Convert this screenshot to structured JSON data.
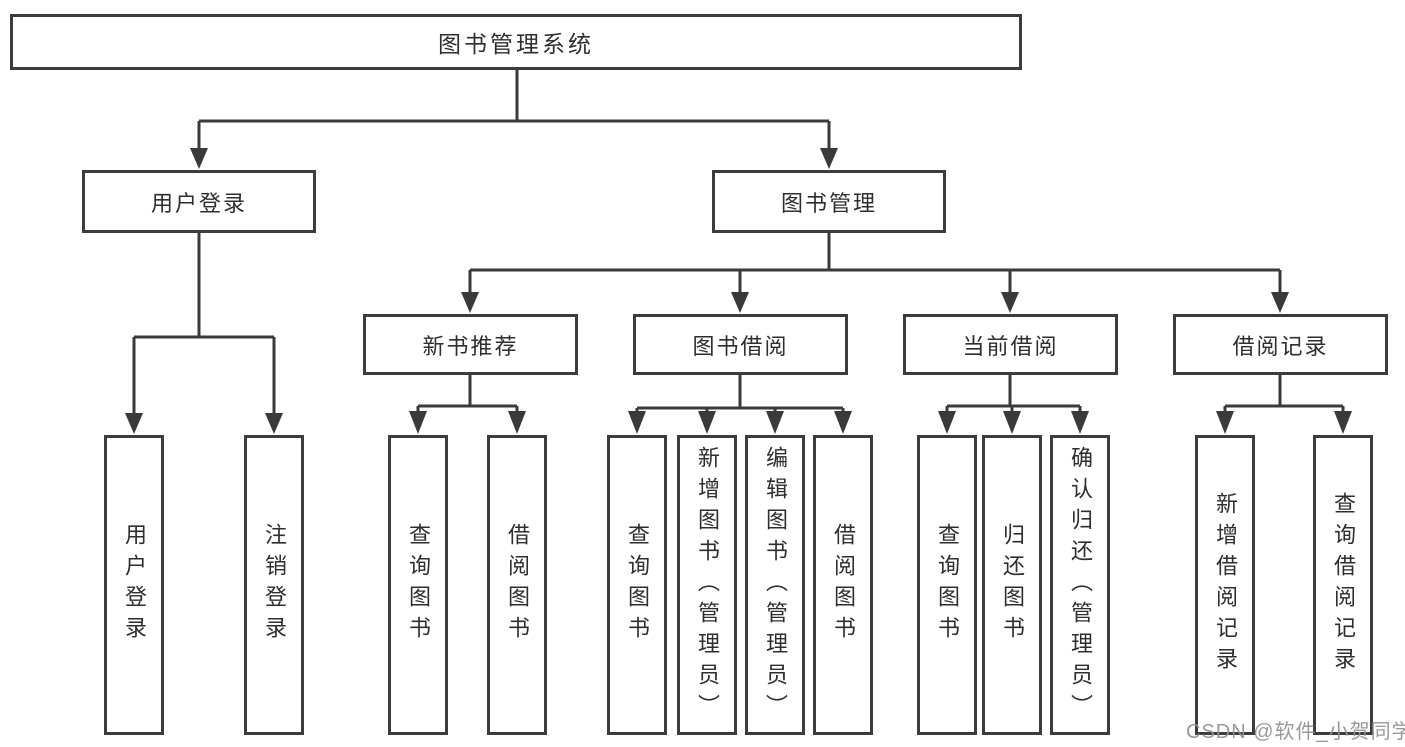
{
  "diagram": {
    "type": "hierarchy-tree",
    "tree": {
      "label": "图书管理系统",
      "children": [
        {
          "label": "用户登录",
          "children": [
            {
              "label": "用户登录"
            },
            {
              "label": "注销登录"
            }
          ]
        },
        {
          "label": "图书管理",
          "children": [
            {
              "label": "新书推荐",
              "children": [
                {
                  "label": "查询图书"
                },
                {
                  "label": "借阅图书"
                }
              ]
            },
            {
              "label": "图书借阅",
              "children": [
                {
                  "label": "查询图书"
                },
                {
                  "label": "新增图书（管理员）"
                },
                {
                  "label": "编辑图书（管理员）"
                },
                {
                  "label": "借阅图书"
                }
              ]
            },
            {
              "label": "当前借阅",
              "children": [
                {
                  "label": "查询图书"
                },
                {
                  "label": "归还图书"
                },
                {
                  "label": "确认归还（管理员）"
                }
              ]
            },
            {
              "label": "借阅记录",
              "children": [
                {
                  "label": "新增借阅记录"
                },
                {
                  "label": "查询借阅记录"
                }
              ]
            }
          ]
        }
      ]
    },
    "colors": {
      "line": "#3a3a3a",
      "box_border": "#3c3c3c",
      "text": "#2e2e2e",
      "background": "#ffffff",
      "watermark": "#949494"
    }
  },
  "watermark": {
    "text": "CSDN @软件_小贺同学"
  }
}
